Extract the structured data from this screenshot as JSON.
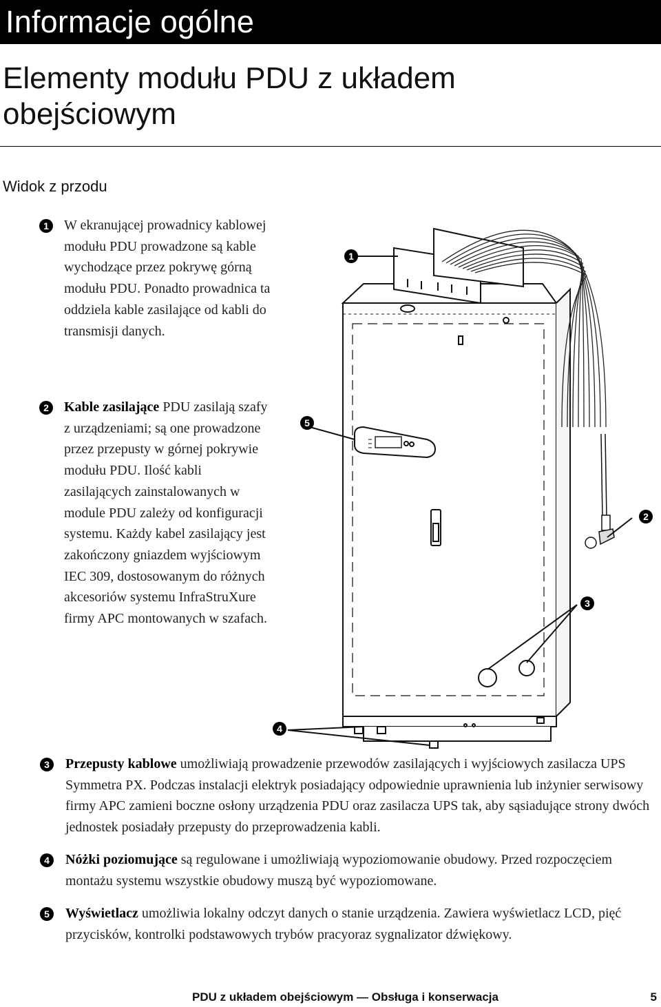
{
  "header": {
    "title": "Informacje ogólne"
  },
  "page": {
    "heading": "Elementy modułu PDU z układem obejściowym",
    "subheading": "Widok z przodu"
  },
  "items": [
    {
      "number": "1",
      "bold": "",
      "text": "W ekranującej prowadnicy kablowej modułu PDU prowadzone są kable wychodzące przez pokrywę górną modułu PDU. Ponadto prowadnica ta oddziela kable zasilające od kabli do transmisji danych."
    },
    {
      "number": "2",
      "bold": "Kable zasilające",
      "text": " PDU zasilają szafy z urządzeniami; są one prowadzone przez przepusty w górnej pokrywie modułu PDU. Ilość kabli zasilających zainstalowanych w module PDU zależy od konfiguracji systemu. Każdy kabel zasilający jest zakończony gniazdem wyjściowym IEC 309, dostosowanym do różnych akcesoriów systemu InfraStruXure firmy APC montowanych w szafach."
    },
    {
      "number": "3",
      "bold": "Przepusty kablowe",
      "text": " umożliwiają prowadzenie przewodów zasilających i wyjściowych zasilacza UPS Symmetra PX. Podczas instalacji elektryk posiadający odpowiednie uprawnienia lub inżynier serwisowy firmy APC zamieni boczne osłony urządzenia PDU oraz zasilacza UPS tak, aby sąsiadujące strony dwóch jednostek posiadały przepusty do przeprowadzenia kabli."
    },
    {
      "number": "4",
      "bold": "Nóżki poziomujące",
      "text": " są regulowane i umożliwiają wypoziomowanie obudowy. Przed rozpoczęciem montażu systemu wszystkie obudowy muszą być wypoziomowane."
    },
    {
      "number": "5",
      "bold": "Wyświetlacz",
      "text": " umożliwia lokalny odczyt danych o stanie urządzenia. Zawiera wyświetlacz LCD, pięć przycisków, kontrolki podstawowych trybów pracyoraz sygnalizator dźwiękowy."
    }
  ],
  "figure_callouts": [
    "1",
    "2",
    "3",
    "4",
    "5"
  ],
  "footer": {
    "text": "PDU z układem obejściowym — Obsługa i konserwacja",
    "page_number": "5"
  }
}
